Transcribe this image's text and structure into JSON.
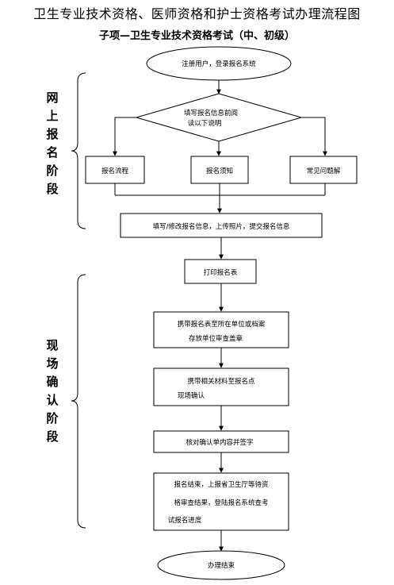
{
  "header": {
    "title": "卫生专业技术资格、医师资格和护士资格考试办理流程图",
    "subtitle": "子项—卫生专业技术资格考试（中、初级）"
  },
  "stages": {
    "online": "网上报名阶段",
    "onsite": "现场确认阶段"
  },
  "nodes": {
    "start": "注册用户，登录报名系统",
    "decision": [
      "填写报名信息前阅",
      "读以下说明"
    ],
    "process_flow": "报名流程",
    "notice": "报名须知",
    "faq": "常见问题解",
    "fill_info": "填写/修改报名信息，上传照片，提交报名信息",
    "print_form": "打印报名表",
    "stamp": [
      "携带报名表至所在单位或档案",
      "存放单位审查盖章"
    ],
    "bring_materials": [
      "携带相关材料至报名点",
      "现场确认"
    ],
    "sign": "核对确认单内容并签字",
    "finish_register": [
      "报名结束，上报省卫生厅等待资",
      "格审查结果，登陆报名系统查考",
      "试报名进度"
    ],
    "end": "办理结束"
  }
}
